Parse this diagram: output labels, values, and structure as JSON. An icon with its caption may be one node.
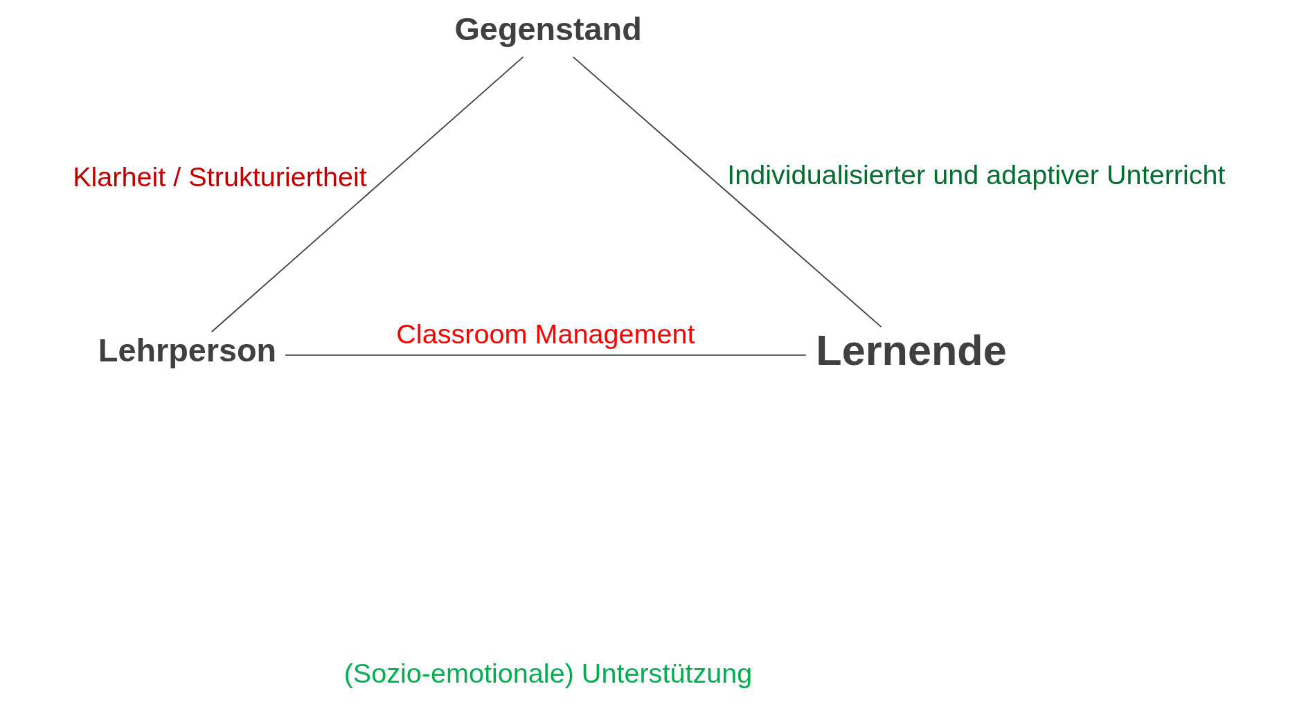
{
  "diagram": {
    "nodes": [
      {
        "text": [
          "Gegenstand"
        ]
      },
      {
        "text": [
          "Lehrperson"
        ]
      },
      {
        "text": [
          "Lernende"
        ]
      }
    ],
    "edges": [
      {
        "from": 0,
        "to": 1,
        "arrow": "none",
        "label": "Klarheit / Strukturiertheit"
      },
      {
        "from": 0,
        "to": 2,
        "arrow": "none",
        "label": "Individualisierter und adaptiver Unterricht"
      },
      {
        "from": 1,
        "to": 2,
        "arrow": "none",
        "label": "Classroom Management"
      }
    ],
    "labels": [
      "(Sozio-emotionale) Unterstützung"
    ]
  }
}
